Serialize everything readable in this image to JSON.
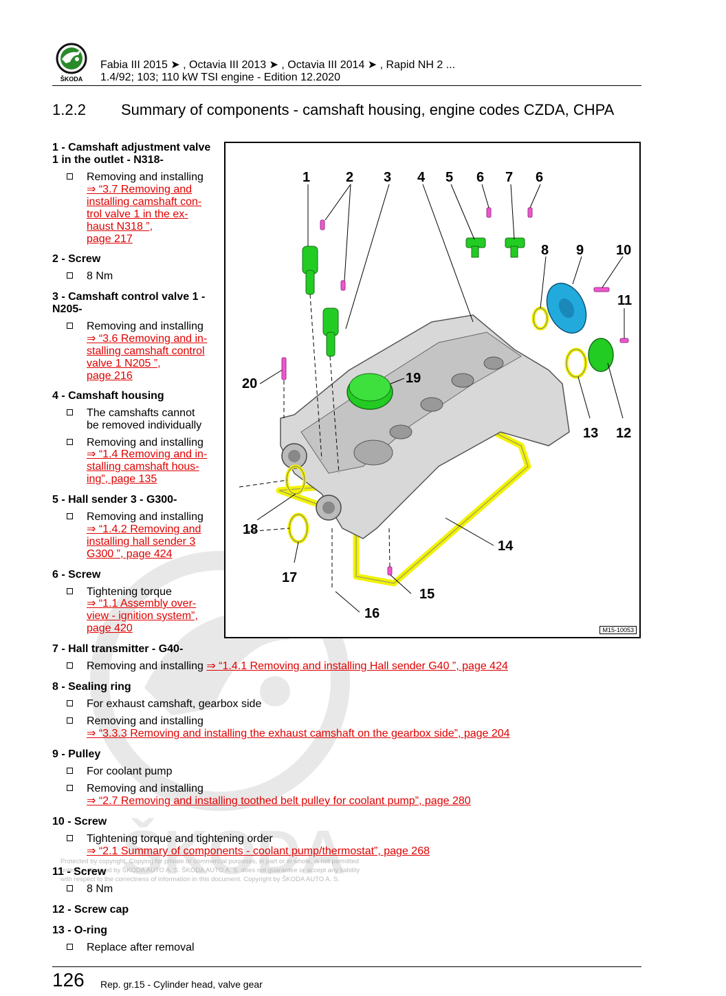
{
  "header": {
    "brand": "ŠKODA",
    "models": "Fabia III 2015 ➤ , Octavia III 2013 ➤ , Octavia III 2014 ➤ , Rapid NH 2 ...",
    "engine": "1.4/92; 103; 110 kW TSI engine - Edition 12.2020"
  },
  "section": {
    "number": "1.2.2",
    "title": "Summary of components - camshaft housing, engine codes CZDA, CHPA"
  },
  "items": [
    {
      "title_l1": "1 - Camshaft adjustment valve",
      "title_l2": "1 in the outlet - N318-",
      "b1": "Removing and installing",
      "link": [
        "⇒ “3.7  Removing and",
        "installing camshaft con-",
        "trol valve 1 in the ex-",
        "haust N318 ”,",
        "page 217"
      ]
    },
    {
      "title": "2 - Screw",
      "b1": "8 Nm"
    },
    {
      "title_l1": "3 - Camshaft control valve 1 -",
      "title_l2": "N205-",
      "b1": "Removing and installing",
      "link": [
        "⇒ “3.6 Removing and in-",
        "stalling camshaft control",
        "valve 1 N205 ”,",
        "page 216"
      ]
    },
    {
      "title": "4 - Camshaft housing",
      "b1_l1": "The camshafts cannot",
      "b1_l2": "be removed individually",
      "b2": "Removing and installing",
      "link": [
        "⇒ “1.4 Removing and in-",
        "stalling camshaft hous-",
        "ing”, page 135"
      ]
    },
    {
      "title": "5 - Hall sender 3 - G300-",
      "b1": "Removing and installing",
      "link": [
        "⇒ “1.4.2  Removing and",
        "installing hall sender 3",
        "G300 ”, page 424"
      ]
    },
    {
      "title": "6 - Screw",
      "b1": "Tightening torque",
      "link": [
        "⇒ “1.1 Assembly over-",
        "view - ignition system”,",
        "page 420"
      ]
    },
    {
      "title": "7 - Hall transmitter - G40-",
      "b1": "Removing and installing",
      "link_inline": "⇒ “1.4.1 Removing and installing Hall sender G40 ”, page 424"
    },
    {
      "title": "8 - Sealing ring",
      "b1": "For exhaust camshaft, gearbox side",
      "b2": "Removing and installing",
      "link": [
        "⇒ “3.3.3 Removing and installing the exhaust camshaft on the gearbox side”, page 204"
      ]
    },
    {
      "title": "9 - Pulley",
      "b1": "For coolant pump",
      "b2": "Removing and installing",
      "link": [
        "⇒ “2.7 Removing and installing toothed belt pulley for coolant pump”, page 280"
      ]
    },
    {
      "title": "10 - Screw",
      "b1": "Tightening torque and tightening order",
      "link": [
        "⇒ “2.1 Summary of components - coolant pump/thermostat”, page 268"
      ]
    },
    {
      "title": "11 - Screw",
      "b1": "8 Nm"
    },
    {
      "title": "12 - Screw cap"
    },
    {
      "title": "13 - O-ring",
      "b1": "Replace after removal"
    }
  ],
  "figure": {
    "code": "M15-10053",
    "callouts": [
      "1",
      "2",
      "3",
      "4",
      "5",
      "6",
      "7",
      "6",
      "8",
      "9",
      "10",
      "11",
      "12",
      "13",
      "14",
      "15",
      "16",
      "17",
      "18",
      "19",
      "20"
    ]
  },
  "watermark": {
    "text": "ŠKODA",
    "notice": [
      "Protected by copyright. Copying for private or commercial purposes, in part or in whole, is not permitted",
      "unless authorised by ŠKODA AUTO A. S. ŠKODA AUTO A. S. does not guarantee or accept any liability",
      "with respect to the correctness of information in this document. Copyright by ŠKODA AUTO A. S."
    ]
  },
  "footer": {
    "page": "126",
    "text": "Rep. gr.15 - Cylinder head, valve gear"
  },
  "colors": {
    "link": "#e00000",
    "green_part": "#22cc22",
    "yellow_part": "#f2f200",
    "teal_part": "#22aadd",
    "pink_part": "#ee55cc"
  }
}
